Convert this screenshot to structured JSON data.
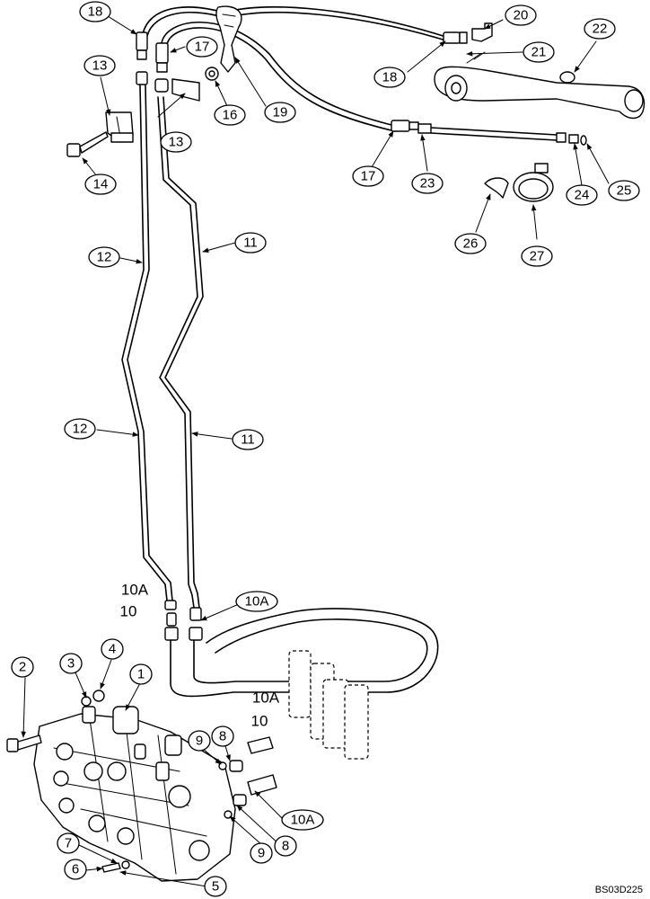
{
  "diagram": {
    "callouts": {
      "c1": "1",
      "c2": "2",
      "c3": "3",
      "c4": "4",
      "c5": "5",
      "c6": "6",
      "c7": "7",
      "c8a": "8",
      "c8b": "8",
      "c9a": "9",
      "c9b": "9",
      "c10a_bub": "10A",
      "c10a_bub2": "10A",
      "c10_plain_top": "10",
      "c10a_plain_top": "10A",
      "c10_plain_mid": "10",
      "c10a_plain_mid": "10A",
      "c11a": "11",
      "c11b": "11",
      "c12a": "12",
      "c12b": "12",
      "c13a": "13",
      "c13b": "13",
      "c14": "14",
      "c16": "16",
      "c17a": "17",
      "c17b": "17",
      "c18a": "18",
      "c18b": "18",
      "c19": "19",
      "c20": "20",
      "c21": "21",
      "c22": "22",
      "c23": "23",
      "c24": "24",
      "c25": "25",
      "c26": "26",
      "c27": "27"
    },
    "drawing_code": "BS03D225"
  }
}
